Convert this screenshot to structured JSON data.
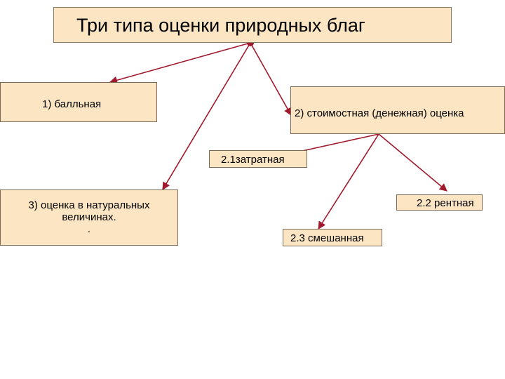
{
  "title": "Три типа оценки природных благ",
  "nodes": {
    "type1": "1)  балльная",
    "type2": "2) стоимостная (денежная)  оценка",
    "type2_1": "2.1затратная",
    "type2_2": "2.2 рентная",
    "type2_3": "2.3 смешанная",
    "type3_lines": [
      "3) оценка в натуральных",
      "величинах.",
      "."
    ]
  },
  "colors": {
    "box_fill": "#fbe5c3",
    "arrow": "#a0192c"
  }
}
